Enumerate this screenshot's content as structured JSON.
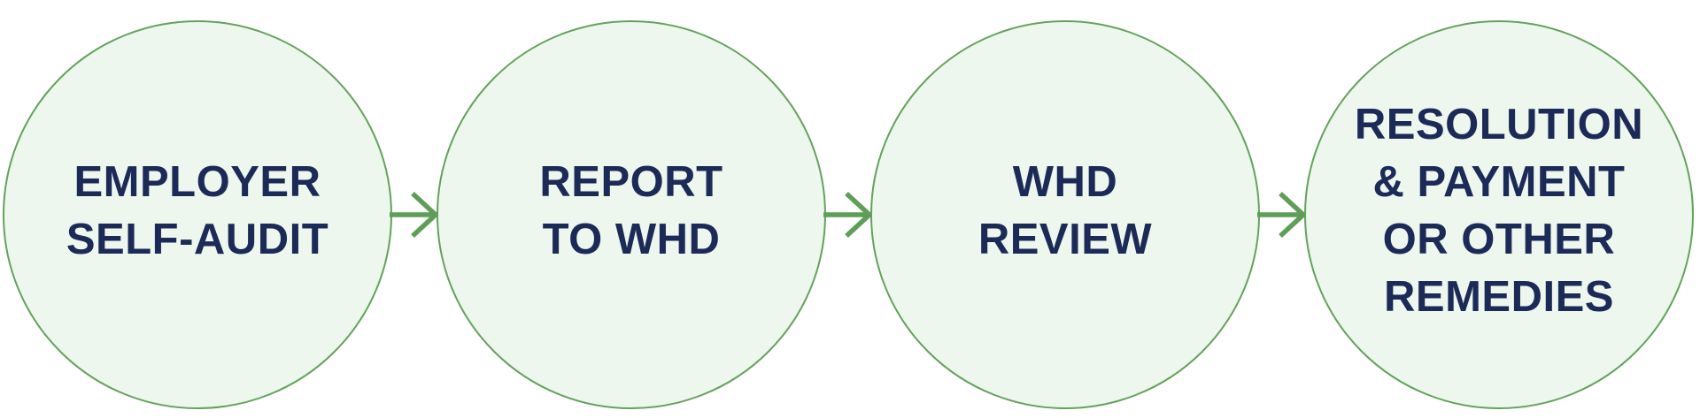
{
  "diagram": {
    "type": "process-flow",
    "steps": [
      {
        "label": "EMPLOYER SELF-AUDIT",
        "lines": [
          "EMPLOYER",
          "SELF-AUDIT"
        ]
      },
      {
        "label": "REPORT TO WHD",
        "lines": [
          "REPORT",
          "TO WHD"
        ]
      },
      {
        "label": "WHD REVIEW",
        "lines": [
          "WHD",
          "REVIEW"
        ]
      },
      {
        "label": "RESOLUTION & PAYMENT OR OTHER REMEDIES",
        "lines": [
          "RESOLUTION",
          "& PAYMENT",
          "OR OTHER",
          "REMEDIES"
        ]
      }
    ],
    "connectors": [
      {
        "icon": "arrow-right-icon",
        "from": "EMPLOYER SELF-AUDIT",
        "to": "REPORT TO WHD"
      },
      {
        "icon": "arrow-right-icon",
        "from": "REPORT TO WHD",
        "to": "WHD REVIEW"
      },
      {
        "icon": "arrow-right-icon",
        "from": "WHD REVIEW",
        "to": "RESOLUTION & PAYMENT OR OTHER REMEDIES"
      }
    ],
    "colors": {
      "circle_fill": "#edf7ee",
      "circle_border": "#64a25c",
      "arrow": "#5f9e57",
      "text": "#1c2a57",
      "background": "#ffffff"
    }
  }
}
